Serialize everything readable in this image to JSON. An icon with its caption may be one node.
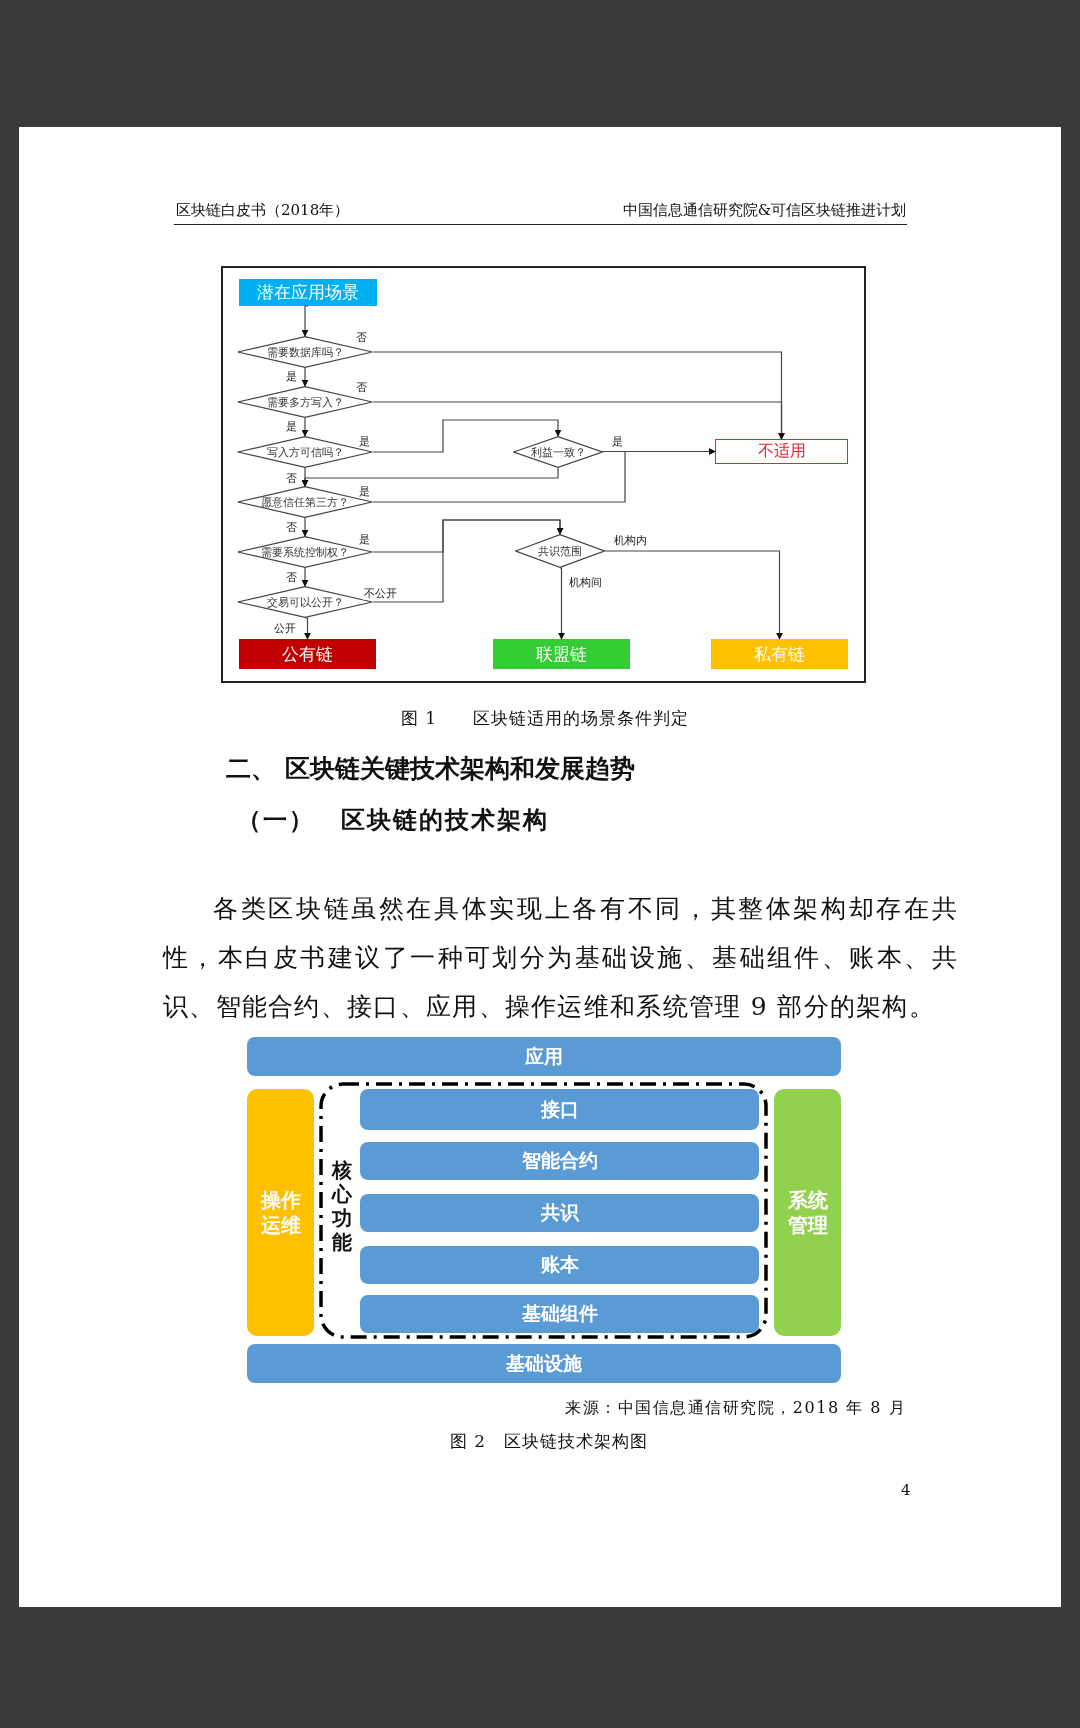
{
  "diagram": {
    "nodes": [
      {
        "text": [
          "潜在应用场景"
        ]
      },
      {
        "text": [
          "需要数据库吗？"
        ]
      },
      {
        "text": [
          "需要多方写入？"
        ]
      },
      {
        "text": [
          "写入方可信吗？"
        ]
      },
      {
        "text": [
          "利益一致？"
        ]
      },
      {
        "text": [
          "不适用"
        ]
      },
      {
        "text": [
          "愿意信任第三方？"
        ]
      },
      {
        "text": [
          "需要系统控制权？"
        ]
      },
      {
        "text": [
          "共识范围"
        ]
      },
      {
        "text": [
          "交易可以公开？"
        ]
      },
      {
        "text": [
          "公有链"
        ]
      },
      {
        "text": [
          "联盟链"
        ]
      },
      {
        "text": [
          "私有链"
        ]
      },
      {
        "text": [
          "应用"
        ]
      },
      {
        "text": [
          "操作运维"
        ]
      },
      {
        "text": [
          "核心功能"
        ]
      },
      {
        "text": [
          "接口"
        ],
        "in": 15
      },
      {
        "text": [
          "智能合约"
        ],
        "in": 15
      },
      {
        "text": [
          "共识"
        ],
        "in": 15
      },
      {
        "text": [
          "账本"
        ],
        "in": 15
      },
      {
        "text": [
          "基础组件"
        ],
        "in": 15
      },
      {
        "text": [
          "系统管理"
        ]
      },
      {
        "text": [
          "基础设施"
        ]
      }
    ],
    "edges": [
      {
        "from": 0,
        "to": 1,
        "arrow": "to"
      },
      {
        "from": 1,
        "to": 2,
        "arrow": "to",
        "label": "是"
      },
      {
        "from": 1,
        "to": 5,
        "arrow": "to",
        "label": "否"
      },
      {
        "from": 2,
        "to": 3,
        "arrow": "to",
        "label": "是"
      },
      {
        "from": 2,
        "to": 5,
        "arrow": "to",
        "label": "否"
      },
      {
        "from": 3,
        "to": 4,
        "arrow": "to",
        "label": "是"
      },
      {
        "from": 3,
        "to": 6,
        "arrow": "to",
        "label": "否"
      },
      {
        "from": 4,
        "to": 6,
        "arrow": "to"
      },
      {
        "from": 4,
        "to": 5,
        "arrow": "to",
        "label": "是"
      },
      {
        "from": 6,
        "to": 5,
        "arrow": "to",
        "label": "是"
      },
      {
        "from": 6,
        "to": 7,
        "arrow": "to",
        "label": "否"
      },
      {
        "from": 7,
        "to": 8,
        "arrow": "to",
        "label": "是"
      },
      {
        "from": 7,
        "to": 9,
        "arrow": "to",
        "label": "否"
      },
      {
        "from": 9,
        "to": 8,
        "arrow": "to",
        "label": "不公开"
      },
      {
        "from": 9,
        "to": 10,
        "arrow": "to",
        "label": "公开"
      },
      {
        "from": 8,
        "to": 11,
        "arrow": "to",
        "label": "机构间"
      },
      {
        "from": 8,
        "to": 12,
        "arrow": "to",
        "label": "机构内"
      }
    ],
    "labels": [
      "区块链白皮书（2018年）",
      "中国信息通信研究院&可信区块链推进计划",
      "图 1　　区块链适用的场景条件判定",
      "二、 区块链关键技术架构和发展趋势",
      "（一）　区块链的技术架构",
      "各类区块链虽然在具体实现上各有不同，其整体架构却存在共性，本白皮书建议了一种可划分为基础设施、基础组件、账本、共识、智能合约、接口、应用、操作运维和系统管理 9 部分的架构。",
      "来源：中国信息通信研究院，2018 年 8 月",
      "图 2　区块链技术架构图",
      "4"
    ]
  }
}
